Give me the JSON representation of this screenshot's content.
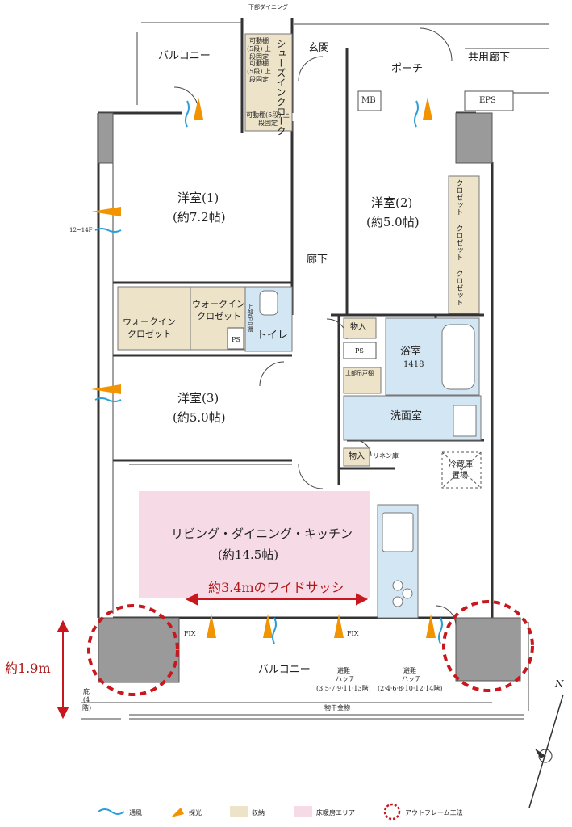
{
  "rooms": {
    "balcony_top": "バルコニー",
    "entrance": "玄関",
    "porch": "ポーチ",
    "common_corridor": "共用廊下",
    "mb": "MB",
    "eps": "EPS",
    "shoe_closet": "シューズインクローク",
    "bed1_name": "洋室(1)",
    "bed1_size": "(約7.2帖)",
    "bed2_name": "洋室(2)",
    "bed2_size": "(約5.0帖)",
    "bed3_name": "洋室(3)",
    "bed3_size": "(約5.0帖)",
    "hallway": "廊下",
    "closet": "クロゼット",
    "walkin1_l1": "ウォークイン",
    "walkin1_l2": "クロゼット",
    "walkin2_l1": "ウォークイン",
    "walkin2_l2": "クロゼット",
    "ps": "PS",
    "ps2": "PS",
    "toilet": "トイレ",
    "upper_cabinet_toilet": "上部吊戸棚",
    "storage1": "物入",
    "storage2": "物入",
    "upper_cabinet": "上部吊戸棚",
    "bath_name": "浴室",
    "bath_size": "1418",
    "washroom": "洗面室",
    "linen": "リネン庫",
    "fridge_l1": "冷蔵庫",
    "fridge_l2": "置場",
    "ldk_name": "リビング・ダイニング・キッチン",
    "ldk_size": "(約14.5帖)",
    "balcony_bottom": "バルコニー",
    "dryer": "物干金物",
    "hatch_left_l1": "避難",
    "hatch_left_l2": "ハッチ",
    "hatch_left_floors": "(3·5·7·9·11·13階)",
    "hatch_right_l1": "避難",
    "hatch_right_l2": "ハッチ",
    "hatch_right_floors": "(2·4·6·8·10·12·14階)"
  },
  "notes": {
    "lower_dining": "下部ダイニング",
    "shelf_top": "可動棚(5段) 上段固定",
    "shelf_mid": "可動棚(5段) 上段固定",
    "shelf_bottom": "可動棚(5段) 上段固定",
    "floors_12_14f": "12~14F",
    "fix_left": "FIX",
    "fix_right": "FIX",
    "wide_sash": "約3.4mのワイドサッシ",
    "depth": "約1.9m",
    "eaves": "庇(4階)",
    "north": "N"
  },
  "legend": [
    {
      "label": "通風",
      "kind": "wave",
      "color": "#2a9fd6"
    },
    {
      "label": "採光",
      "kind": "light",
      "color": "#f29400"
    },
    {
      "label": "収納",
      "kind": "box",
      "color": "#ede3c9"
    },
    {
      "label": "床暖房エリア",
      "kind": "box",
      "color": "#f6dbe7"
    },
    {
      "label": "アウトフレーム工法",
      "kind": "dashcircle",
      "color": "#c8181e"
    }
  ],
  "colors": {
    "storage": "#ede3c9",
    "floor_heating": "#f6dbe7",
    "water": "#d3e6f3",
    "column": "#9a9a9a",
    "wind": "#2a9fd6",
    "light": "#f29400",
    "outframe": "#c8181e"
  }
}
